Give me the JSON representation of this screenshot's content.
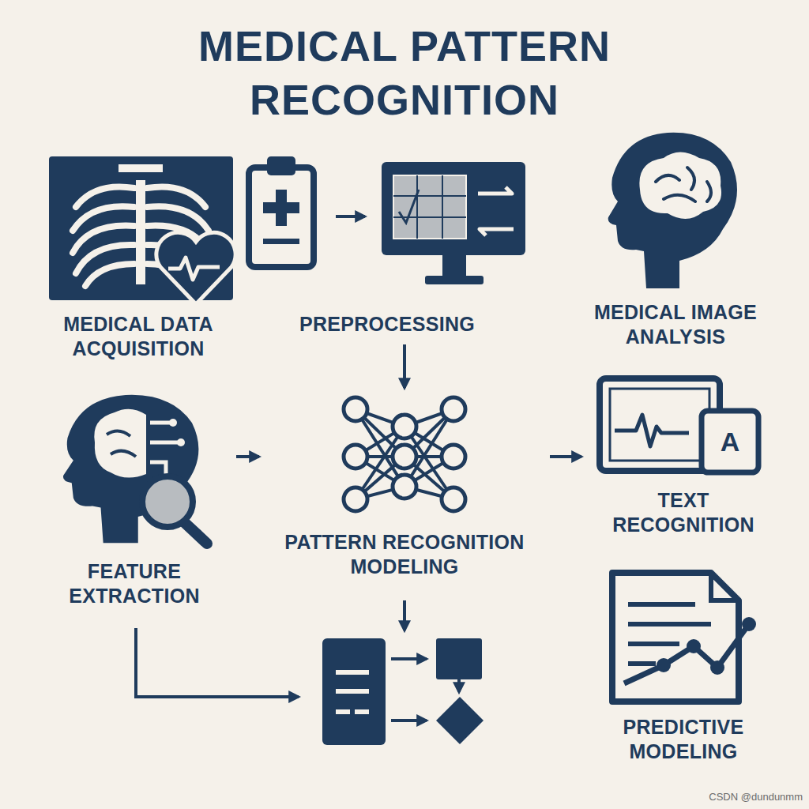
{
  "diagram": {
    "title": "MEDICAL PATTERN RECOGNITION",
    "nodes": [
      {
        "text": [
          "MEDICAL DATA ACQUISITION"
        ]
      },
      {
        "text": [
          "PREPROCESSING"
        ]
      },
      {
        "text": [
          "MEDICAL IMAGE ANALYSIS"
        ]
      },
      {
        "text": [
          "FEATURE EXTRACTION"
        ]
      },
      {
        "text": [
          "PATTERN RECOGNITION MODELING"
        ]
      },
      {
        "text": [
          "TEXT RECOGNITION"
        ]
      },
      {
        "text": [
          "PREDICTIVE MODELING"
        ]
      }
    ],
    "edges": [
      {
        "from": 1,
        "to": 4,
        "arrow": "to"
      },
      {
        "from": 3,
        "to": 4,
        "arrow": "to"
      },
      {
        "from": 4,
        "to": 5,
        "arrow": "to"
      }
    ],
    "labels": [
      "A",
      "CSDN @dundunmm"
    ]
  }
}
